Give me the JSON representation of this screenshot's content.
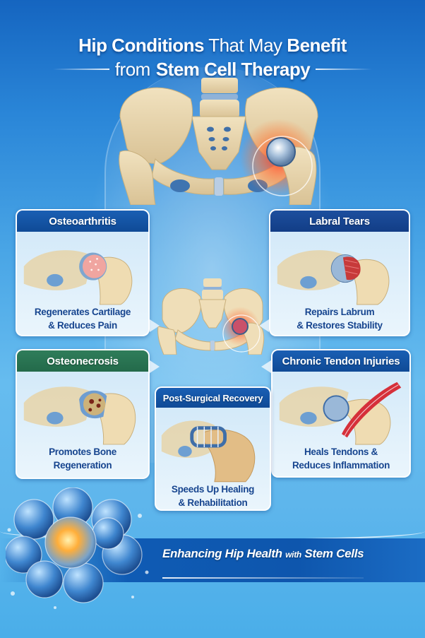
{
  "title": {
    "line1_bold_a": "Hip Conditions",
    "line1_thin": "That May",
    "line1_bold_b": "Benefit",
    "line2_thin": "from",
    "line2_bold": "Stem Cell Therapy"
  },
  "cards": [
    {
      "id": "osteoarthritis",
      "title": "Osteoarthritis",
      "caption_line1": "Regenerates Cartilage",
      "caption_line2": "& Reduces Pain",
      "header_color": "#1557aa"
    },
    {
      "id": "labral-tears",
      "title": "Labral Tears",
      "caption_line1": "Repairs Labrum",
      "caption_line2": "& Restores Stability",
      "header_color": "#17448f"
    },
    {
      "id": "osteonecrosis",
      "title": "Osteonecrosis",
      "caption_line1": "Promotes Bone",
      "caption_line2": "Regeneration",
      "header_color": "#2a7552"
    },
    {
      "id": "chronic-tendon-injuries",
      "title": "Chronic Tendon Injuries",
      "caption_line1": "Heals Tendons &",
      "caption_line2": "Reduces Inflammation",
      "header_color": "#1557aa"
    },
    {
      "id": "post-surgical-recovery",
      "title": "Post-Surgical Recovery",
      "caption_line1": "Speeds Up Healing",
      "caption_line2": "& Rehabilitation",
      "header_color": "#1557aa"
    }
  ],
  "banner": {
    "text_a": "Enhancing Hip Health",
    "text_small": "with",
    "text_b": "Stem Cells"
  },
  "colors": {
    "background_top": "#1565c0",
    "background_mid": "#66bcef",
    "caption_text": "#17458f",
    "bone": "#e8d6ae",
    "inflammation": "#e8452c"
  }
}
